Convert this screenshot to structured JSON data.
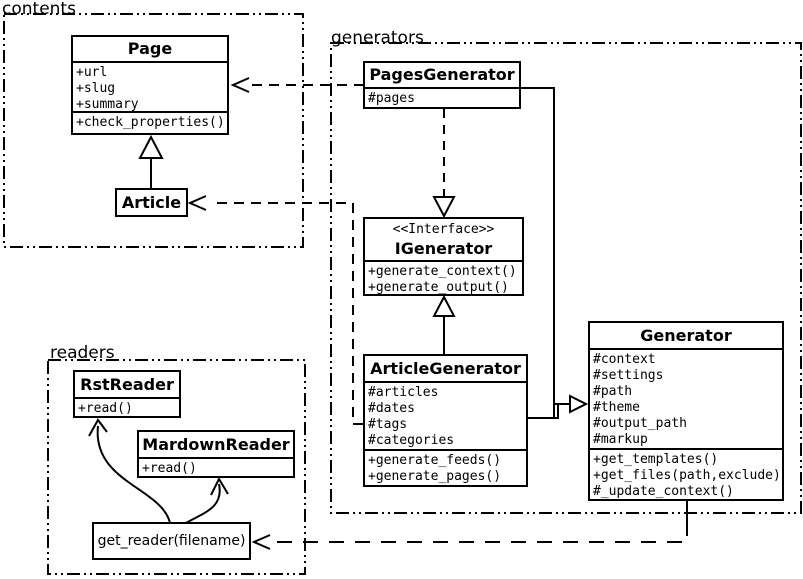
{
  "diagram": {
    "packages": {
      "contents": {
        "label": "contents"
      },
      "generators": {
        "label": "generators"
      },
      "readers": {
        "label": "readers"
      }
    },
    "classes": {
      "page": {
        "name": "Page",
        "attributes": [
          "+url",
          "+slug",
          "+summary"
        ],
        "methods": [
          "+check_properties()"
        ]
      },
      "article": {
        "name": "Article"
      },
      "pages_generator": {
        "name": "PagesGenerator",
        "attributes": [
          "#pages"
        ]
      },
      "igenerator": {
        "stereotype": "<<Interface>>",
        "name": "IGenerator",
        "methods": [
          "+generate_context()",
          "+generate_output()"
        ]
      },
      "article_generator": {
        "name": "ArticleGenerator",
        "attributes": [
          "#articles",
          "#dates",
          "#tags",
          "#categories"
        ],
        "methods": [
          "+generate_feeds()",
          "+generate_pages()"
        ]
      },
      "generator": {
        "name": "Generator",
        "attributes": [
          "#context",
          "#settings",
          "#path",
          "#theme",
          "#output_path",
          "#markup"
        ],
        "methods": [
          "+get_templates()",
          "+get_files(path,exclude)",
          "#_update_context()"
        ]
      },
      "rst_reader": {
        "name": "RstReader",
        "methods": [
          "+read()"
        ]
      },
      "mardown_reader": {
        "name": "MardownReader",
        "methods": [
          "+read()"
        ]
      },
      "get_reader": {
        "label": "get_reader(filename)"
      }
    },
    "relationships": [
      {
        "from": "Article",
        "to": "Page",
        "type": "inheritance"
      },
      {
        "from": "PagesGenerator",
        "to": "Page",
        "type": "dependency"
      },
      {
        "from": "ArticleGenerator",
        "to": "Article",
        "type": "dependency"
      },
      {
        "from": "PagesGenerator",
        "to": "IGenerator",
        "type": "realization"
      },
      {
        "from": "ArticleGenerator",
        "to": "IGenerator",
        "type": "inheritance"
      },
      {
        "from": "PagesGenerator",
        "to": "Generator",
        "type": "inheritance"
      },
      {
        "from": "ArticleGenerator",
        "to": "Generator",
        "type": "inheritance"
      },
      {
        "from": "Generator",
        "to": "get_reader(filename)",
        "type": "dependency"
      },
      {
        "from": "get_reader(filename)",
        "to": "RstReader",
        "type": "dependency"
      },
      {
        "from": "get_reader(filename)",
        "to": "MardownReader",
        "type": "dependency"
      }
    ],
    "colors": {
      "foreground": "#000000",
      "background": "#ffffff"
    }
  }
}
